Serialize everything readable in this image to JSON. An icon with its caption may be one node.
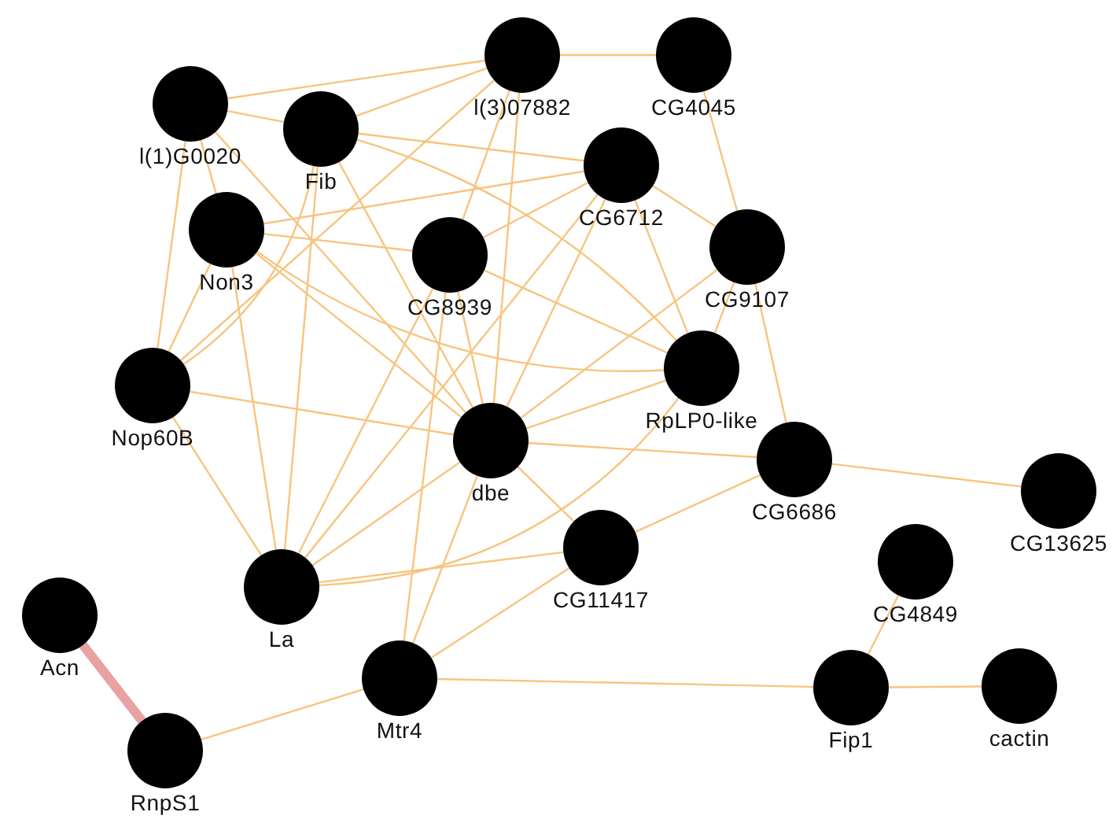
{
  "diagram": {
    "nodes": [
      {
        "text": [
          "l(1)G0020"
        ]
      },
      {
        "text": [
          "Fib"
        ]
      },
      {
        "text": [
          "l(3)07882"
        ]
      },
      {
        "text": [
          "CG4045"
        ]
      },
      {
        "text": [
          "CG6712"
        ]
      },
      {
        "text": [
          "Non3"
        ]
      },
      {
        "text": [
          "CG8939"
        ]
      },
      {
        "text": [
          "CG9107"
        ]
      },
      {
        "text": [
          "Nop60B"
        ]
      },
      {
        "text": [
          "RpLP0-like"
        ]
      },
      {
        "text": [
          "dbe"
        ]
      },
      {
        "text": [
          "CG6686"
        ]
      },
      {
        "text": [
          "CG13625"
        ]
      },
      {
        "text": [
          "CG11417"
        ]
      },
      {
        "text": [
          "CG4849"
        ]
      },
      {
        "text": [
          "La"
        ]
      },
      {
        "text": [
          "Acn"
        ]
      },
      {
        "text": [
          "Mtr4"
        ]
      },
      {
        "text": [
          "Fip1"
        ]
      },
      {
        "text": [
          "RnpS1"
        ]
      },
      {
        "text": [
          "cactin"
        ]
      }
    ],
    "edges": [
      {
        "from": 0,
        "to": 2,
        "arrow": "none"
      },
      {
        "from": 0,
        "to": 1,
        "arrow": "none"
      },
      {
        "from": 0,
        "to": 5,
        "arrow": "none"
      },
      {
        "from": 0,
        "to": 8,
        "arrow": "none"
      },
      {
        "from": 0,
        "to": 10,
        "arrow": "none"
      },
      {
        "from": 1,
        "to": 2,
        "arrow": "none"
      },
      {
        "from": 1,
        "to": 4,
        "arrow": "none"
      },
      {
        "from": 1,
        "to": 8,
        "arrow": "none"
      },
      {
        "from": 1,
        "to": 10,
        "arrow": "none"
      },
      {
        "from": 1,
        "to": 15,
        "arrow": "none"
      },
      {
        "from": 1,
        "to": 9,
        "arrow": "none"
      },
      {
        "from": 2,
        "to": 3,
        "arrow": "none"
      },
      {
        "from": 2,
        "to": 8,
        "arrow": "none"
      },
      {
        "from": 2,
        "to": 6,
        "arrow": "none"
      },
      {
        "from": 2,
        "to": 10,
        "arrow": "none"
      },
      {
        "from": 5,
        "to": 4,
        "arrow": "none"
      },
      {
        "from": 5,
        "to": 6,
        "arrow": "none"
      },
      {
        "from": 5,
        "to": 9,
        "arrow": "none"
      },
      {
        "from": 5,
        "to": 8,
        "arrow": "none"
      },
      {
        "from": 5,
        "to": 15,
        "arrow": "none"
      },
      {
        "from": 5,
        "to": 10,
        "arrow": "none"
      },
      {
        "from": 4,
        "to": 6,
        "arrow": "none"
      },
      {
        "from": 4,
        "to": 7,
        "arrow": "none"
      },
      {
        "from": 4,
        "to": 9,
        "arrow": "none"
      },
      {
        "from": 4,
        "to": 10,
        "arrow": "none"
      },
      {
        "from": 4,
        "to": 15,
        "arrow": "none"
      },
      {
        "from": 3,
        "to": 7,
        "arrow": "none"
      },
      {
        "from": 6,
        "to": 10,
        "arrow": "none"
      },
      {
        "from": 6,
        "to": 9,
        "arrow": "none"
      },
      {
        "from": 6,
        "to": 15,
        "arrow": "none"
      },
      {
        "from": 6,
        "to": 17,
        "arrow": "none"
      },
      {
        "from": 7,
        "to": 9,
        "arrow": "none"
      },
      {
        "from": 7,
        "to": 10,
        "arrow": "none"
      },
      {
        "from": 7,
        "to": 11,
        "arrow": "none"
      },
      {
        "from": 8,
        "to": 10,
        "arrow": "none"
      },
      {
        "from": 8,
        "to": 15,
        "arrow": "none"
      },
      {
        "from": 10,
        "to": 9,
        "arrow": "none"
      },
      {
        "from": 10,
        "to": 11,
        "arrow": "none"
      },
      {
        "from": 10,
        "to": 13,
        "arrow": "none"
      },
      {
        "from": 10,
        "to": 15,
        "arrow": "none"
      },
      {
        "from": 10,
        "to": 17,
        "arrow": "none"
      },
      {
        "from": 15,
        "to": 13,
        "arrow": "none"
      },
      {
        "from": 15,
        "to": 9,
        "arrow": "none"
      },
      {
        "from": 13,
        "to": 11,
        "arrow": "none"
      },
      {
        "from": 13,
        "to": 17,
        "arrow": "none"
      },
      {
        "from": 11,
        "to": 12,
        "arrow": "none"
      },
      {
        "from": 14,
        "to": 18,
        "arrow": "none"
      },
      {
        "from": 18,
        "to": 20,
        "arrow": "none"
      },
      {
        "from": 17,
        "to": 18,
        "arrow": "none"
      },
      {
        "from": 17,
        "to": 19,
        "arrow": "none"
      },
      {
        "from": 16,
        "to": 19,
        "arrow": "none",
        "style": "thick",
        "color": "#e8a2a4"
      }
    ]
  }
}
